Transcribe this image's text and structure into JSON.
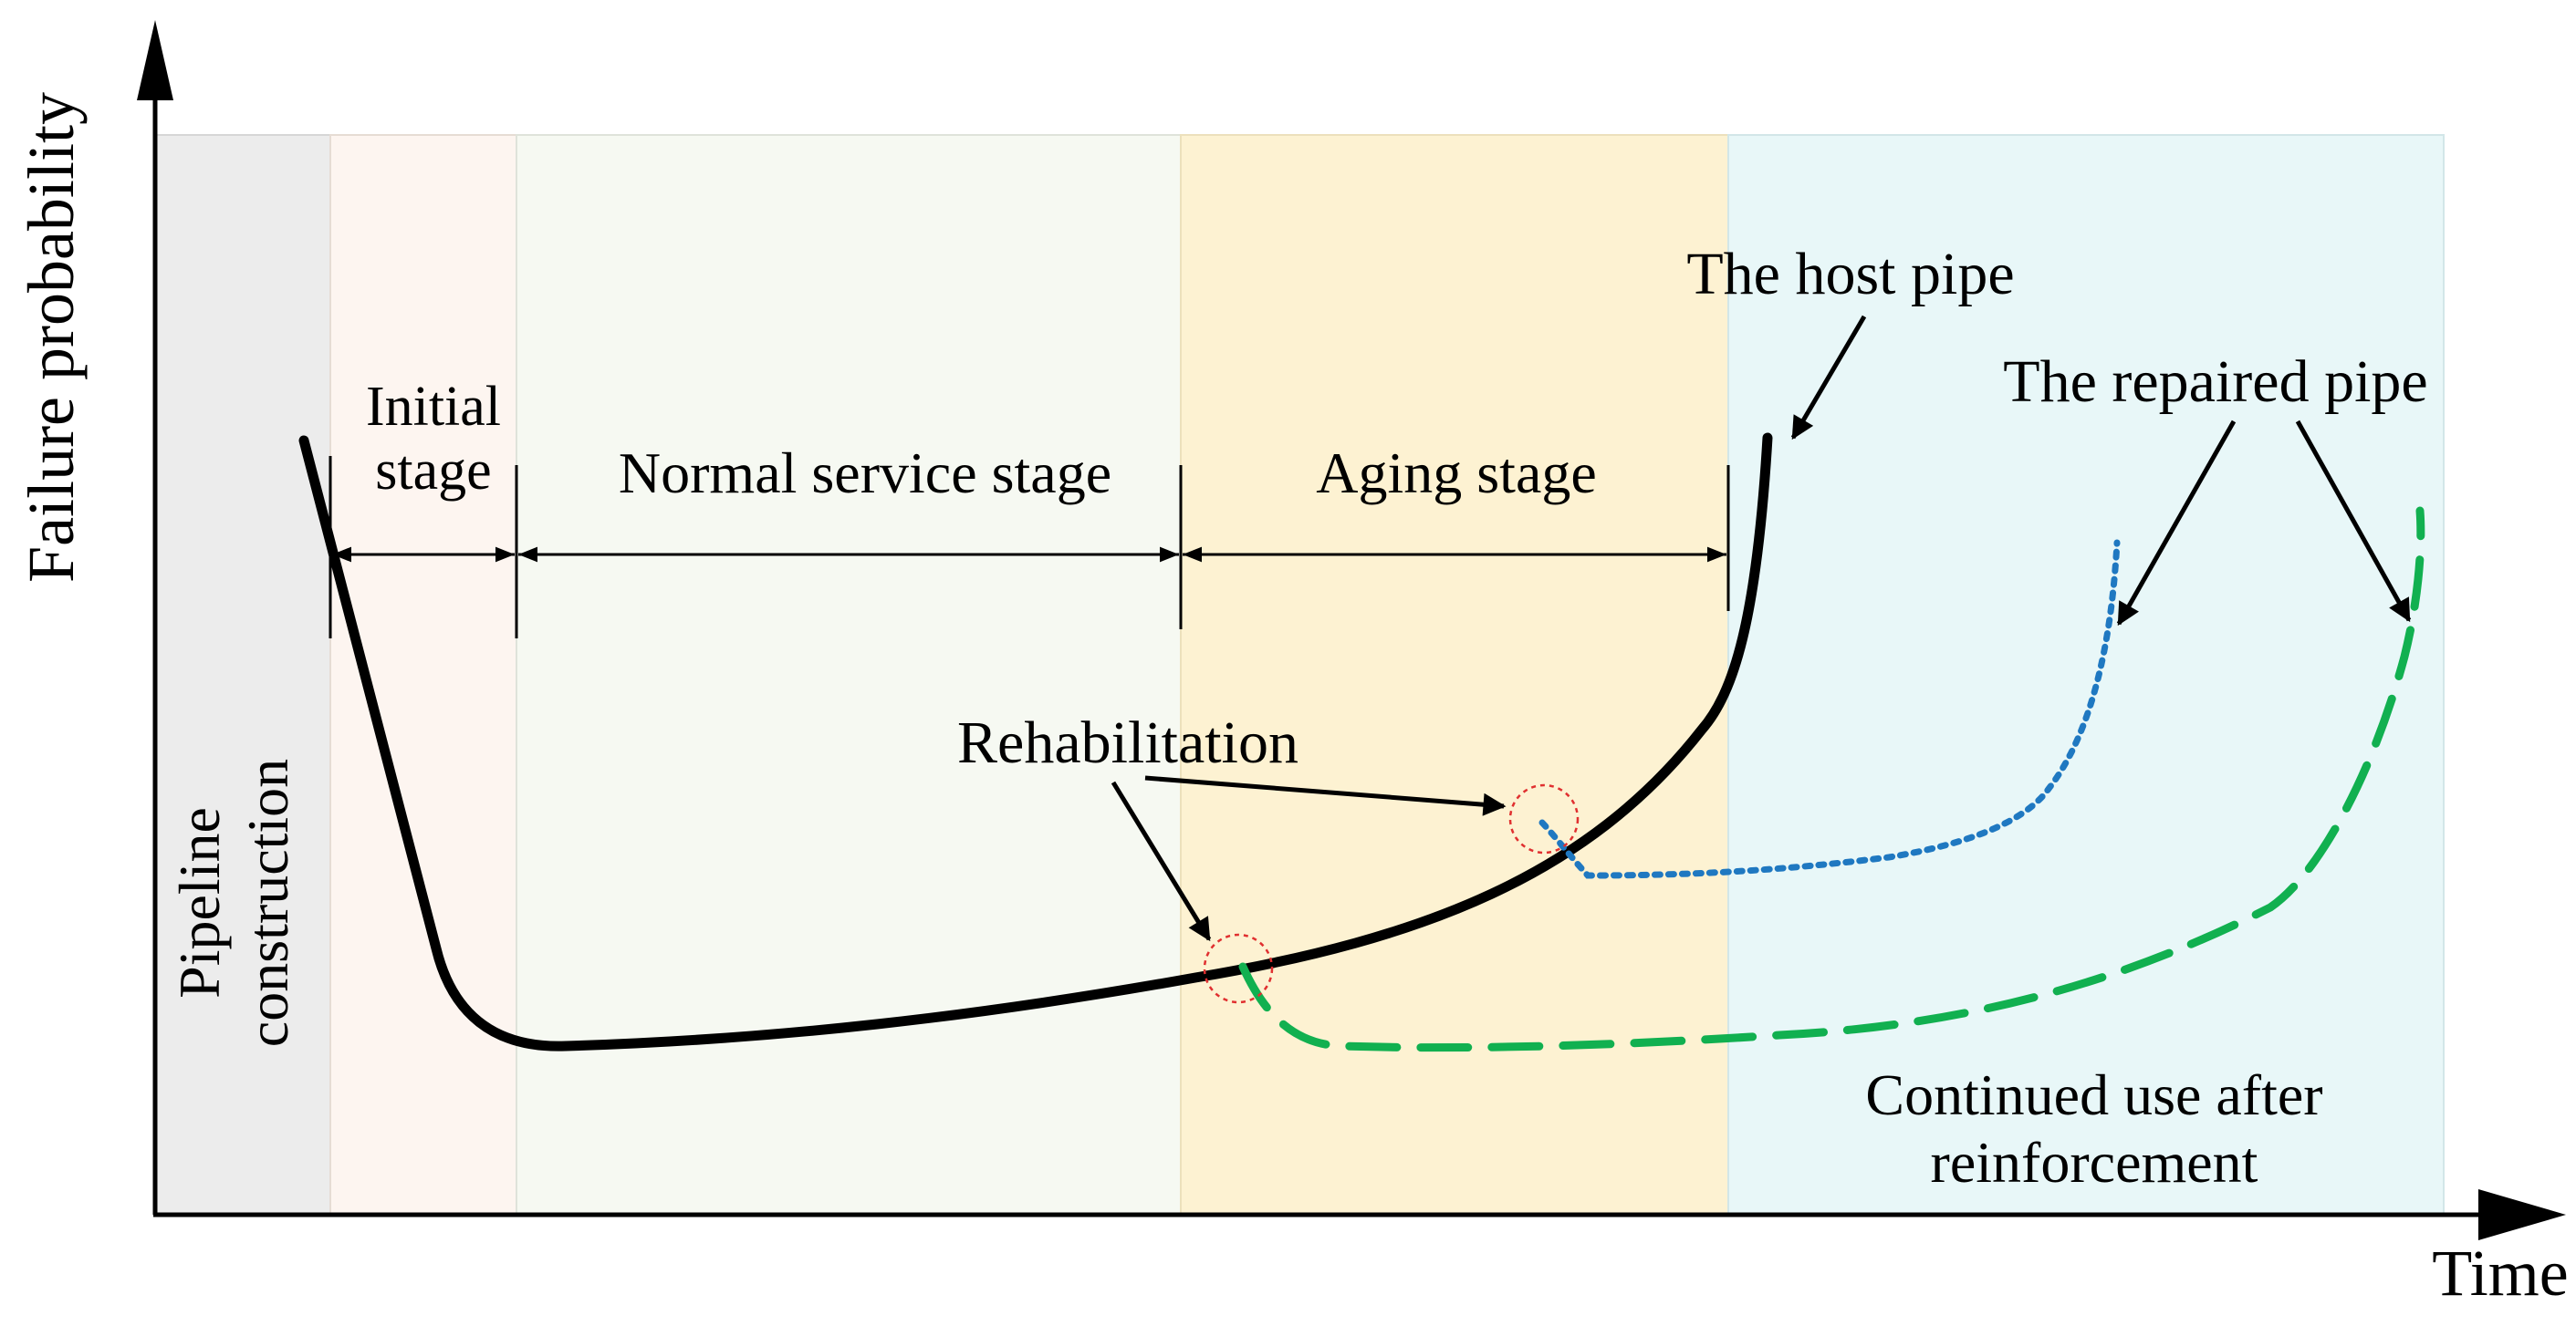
{
  "labels": {
    "y_axis": "Failure probability",
    "x_axis": "Time",
    "construction_line1": "Pipeline",
    "construction_line2": "construction",
    "initial_line1": "Initial",
    "initial_line2": "stage",
    "normal": "Normal service stage",
    "aging": "Aging stage",
    "host_pipe": "The host pipe",
    "repaired_pipe": "The repaired pipe",
    "rehabilitation": "Rehabilitation",
    "continued_line1": "Continued use after",
    "continued_line2": "reinforcement"
  },
  "colors": {
    "construction_band": "#ececec",
    "initial_band": "#fdf5f0",
    "normal_band": "#f6f9f2",
    "aging_band": "#fdf2d2",
    "post_band": "#e8f7f8",
    "host_curve": "#000000",
    "repaired_dotted": "#1f78c1",
    "continued_dashed": "#11b050",
    "rehab_marker": "#e03030"
  },
  "curves": {
    "host": {
      "style": "solid",
      "name": "The host pipe"
    },
    "repaired": {
      "style": "dotted",
      "name": "The repaired pipe"
    },
    "continued": {
      "style": "dashed"
    }
  }
}
